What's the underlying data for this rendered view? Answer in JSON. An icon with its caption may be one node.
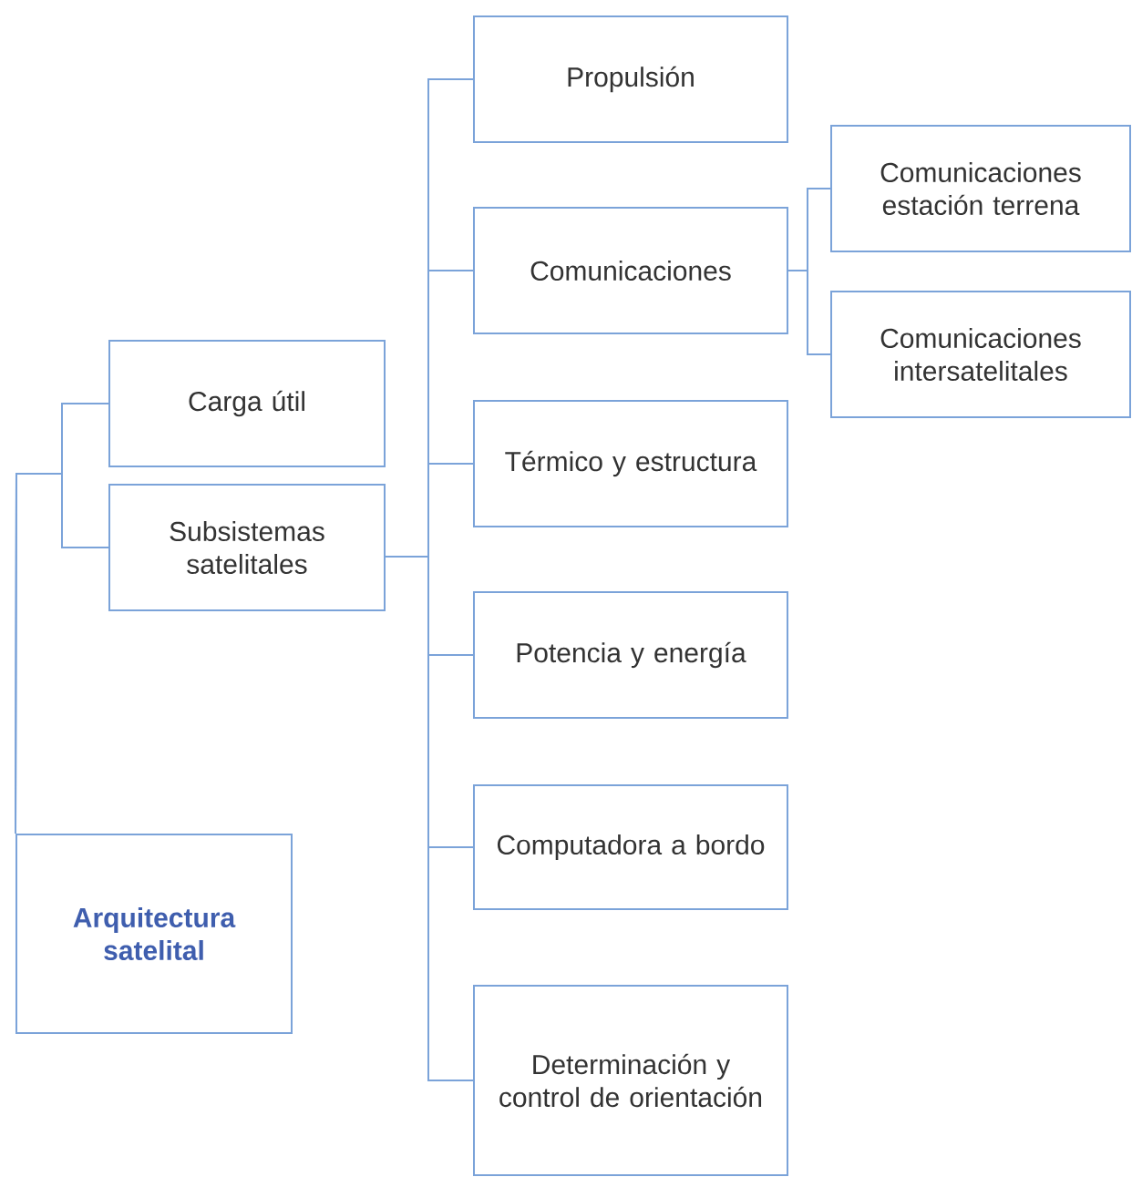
{
  "diagram": {
    "nodes": [
      {
        "text": [
          "Arquitectura satelital"
        ]
      },
      {
        "text": [
          "Carga útil"
        ]
      },
      {
        "text": [
          "Subsistemas satelitales"
        ]
      },
      {
        "text": [
          "Propulsión"
        ]
      },
      {
        "text": [
          "Comunicaciones"
        ]
      },
      {
        "text": [
          "Térmico y estructura"
        ]
      },
      {
        "text": [
          "Potencia y energía"
        ]
      },
      {
        "text": [
          "Computadora a bordo"
        ]
      },
      {
        "text": [
          "Determinación y control de orientación"
        ]
      },
      {
        "text": [
          "Comunicaciones estación terrena"
        ]
      },
      {
        "text": [
          "Comunicaciones intersatelitales"
        ]
      }
    ],
    "edges": [
      {
        "from": 0,
        "to": 1,
        "arrow": "none"
      },
      {
        "from": 0,
        "to": 2,
        "arrow": "none"
      },
      {
        "from": 2,
        "to": 3,
        "arrow": "none"
      },
      {
        "from": 2,
        "to": 4,
        "arrow": "none"
      },
      {
        "from": 2,
        "to": 5,
        "arrow": "none"
      },
      {
        "from": 2,
        "to": 6,
        "arrow": "none"
      },
      {
        "from": 2,
        "to": 7,
        "arrow": "none"
      },
      {
        "from": 2,
        "to": 8,
        "arrow": "none"
      },
      {
        "from": 4,
        "to": 9,
        "arrow": "none"
      },
      {
        "from": 4,
        "to": 10,
        "arrow": "none"
      }
    ]
  }
}
